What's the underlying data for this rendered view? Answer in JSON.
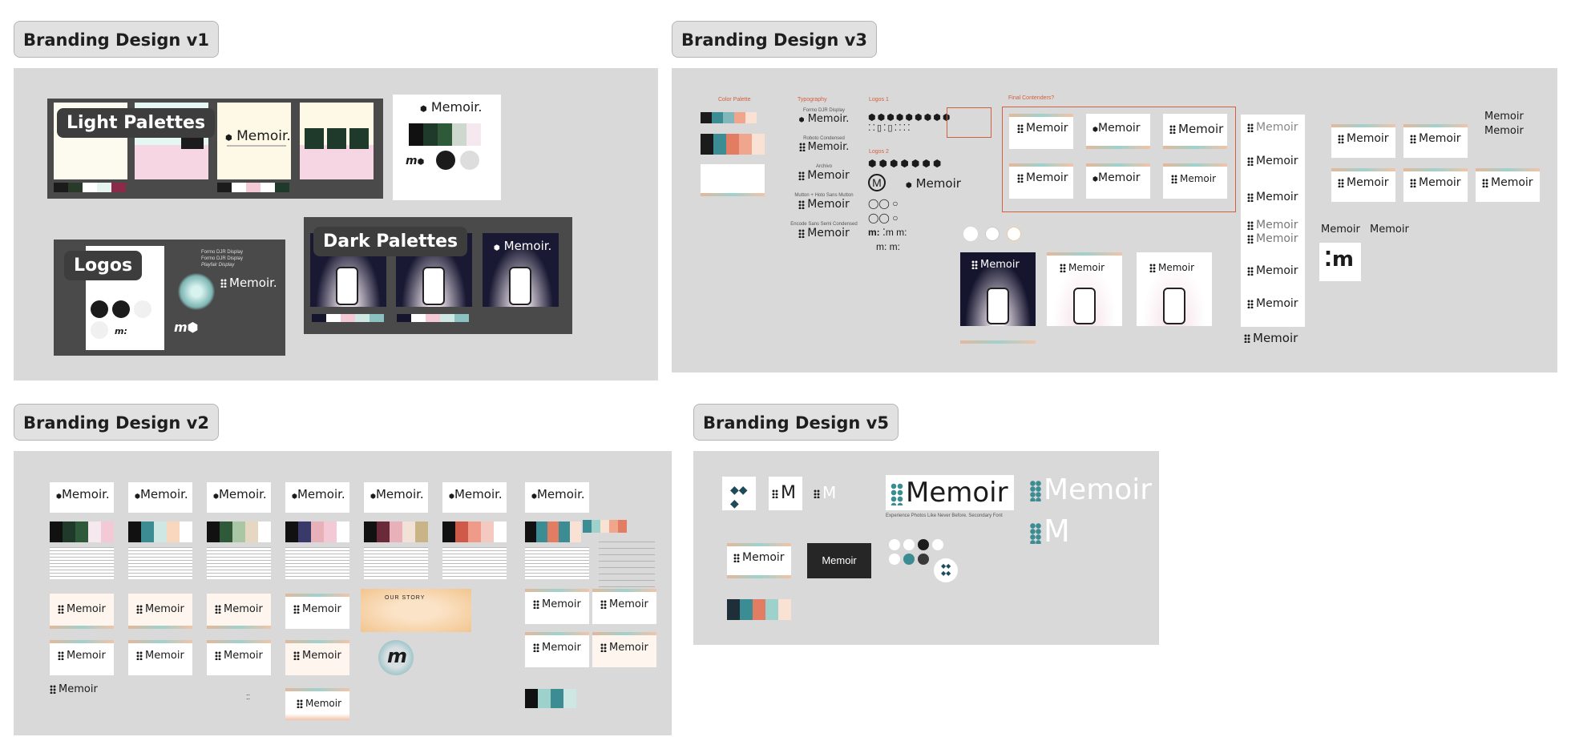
{
  "sections": {
    "v1": {
      "title": "Branding Design v1",
      "light_label": "Light Palettes",
      "dark_label": "Dark Palettes",
      "logos_label": "Logos"
    },
    "v2": {
      "title": "Branding Design v2",
      "story": "OUR STORY"
    },
    "v3": {
      "title": "Branding Design v3"
    },
    "v5": {
      "title": "Branding Design v5",
      "button": "Memoir",
      "tagline": "Experience Photos Like Never Before. Secondary Font"
    }
  },
  "brand": {
    "wordmark": "Memoir",
    "wordmark_dot": "Memoir.",
    "monogram": "M",
    "mm": "m",
    "font1": "Formo DJR Display",
    "font2": "Playfair Display"
  },
  "v3_labels": {
    "color_palette": "Color Palette",
    "typography": "Typography",
    "logos1": "Logos 1",
    "logos2": "Logos 2",
    "final": "Final Contenders?",
    "type_items": [
      "Formo DJR Display",
      "Roboto Condensed",
      "Archivo",
      "Mutton + Hoto Sans Mutton",
      "Encode Sans Semi Condensed"
    ]
  },
  "colors": {
    "accent": "#d1603f",
    "teal": "#3b8c93",
    "navy": "#15152e",
    "dark_green": "#1f3a2a",
    "pink": "#f4c9d6",
    "cream": "#fdf9e6"
  }
}
